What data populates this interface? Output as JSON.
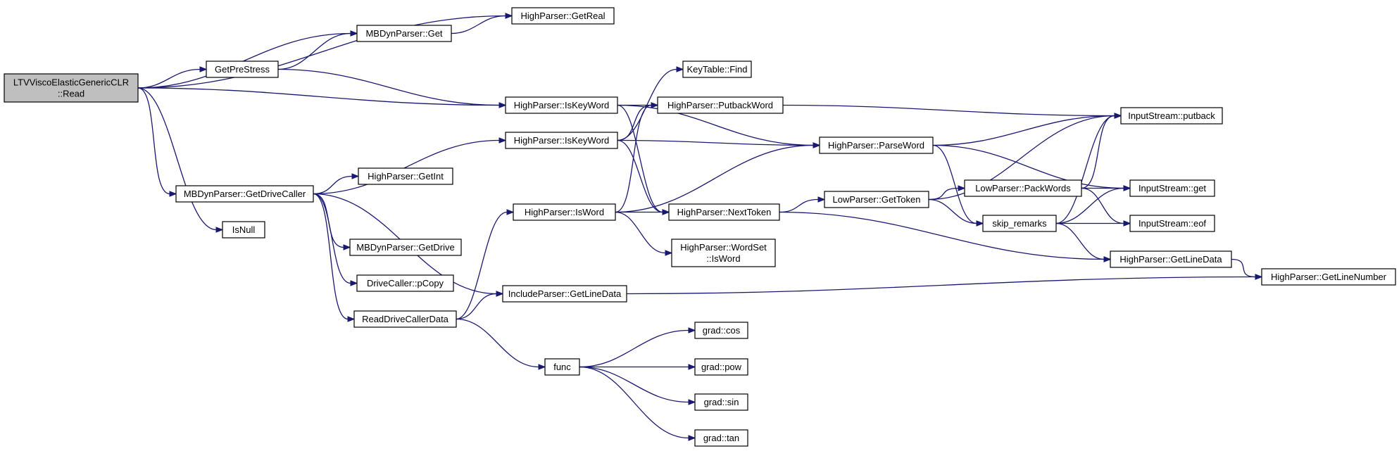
{
  "diagram": {
    "type": "call-graph",
    "colors": {
      "edge": "#191970",
      "root_fill": "#bfbfbf",
      "node_fill": "#ffffff",
      "node_border": "#000000"
    },
    "nodes": [
      {
        "id": "root",
        "lines": [
          "LTVViscoElasticGenericCLR",
          "::Read"
        ],
        "root": true
      },
      {
        "id": "getreal",
        "lines": [
          "HighParser::GetReal"
        ]
      },
      {
        "id": "mbget",
        "lines": [
          "MBDynParser::Get"
        ]
      },
      {
        "id": "getprestress",
        "lines": [
          "GetPreStress"
        ]
      },
      {
        "id": "iskeyword1",
        "lines": [
          "HighParser::IsKeyWord"
        ]
      },
      {
        "id": "iskeyword2",
        "lines": [
          "HighParser::IsKeyWord"
        ]
      },
      {
        "id": "keytablefind",
        "lines": [
          "KeyTable::Find"
        ]
      },
      {
        "id": "putbackword",
        "lines": [
          "HighParser::PutbackWord"
        ]
      },
      {
        "id": "parseword",
        "lines": [
          "HighParser::ParseWord"
        ]
      },
      {
        "id": "isputback",
        "lines": [
          "InputStream::putback"
        ]
      },
      {
        "id": "getdrivecaller",
        "lines": [
          "MBDynParser::GetDriveCaller"
        ]
      },
      {
        "id": "getint",
        "lines": [
          "HighParser::GetInt"
        ]
      },
      {
        "id": "isnull",
        "lines": [
          "IsNull"
        ]
      },
      {
        "id": "isword",
        "lines": [
          "HighParser::IsWord"
        ]
      },
      {
        "id": "nexttoken",
        "lines": [
          "HighParser::NextToken"
        ]
      },
      {
        "id": "lpgettoken",
        "lines": [
          "LowParser::GetToken"
        ]
      },
      {
        "id": "packwords",
        "lines": [
          "LowParser::PackWords"
        ]
      },
      {
        "id": "isget",
        "lines": [
          "InputStream::get"
        ]
      },
      {
        "id": "skipremarks",
        "lines": [
          "skip_remarks"
        ]
      },
      {
        "id": "iseof",
        "lines": [
          "InputStream::eof"
        ]
      },
      {
        "id": "getdrive",
        "lines": [
          "MBDynParser::GetDrive"
        ]
      },
      {
        "id": "wordset",
        "lines": [
          "HighParser::WordSet",
          "::IsWord"
        ]
      },
      {
        "id": "hpgetlinedata",
        "lines": [
          "HighParser::GetLineData"
        ]
      },
      {
        "id": "getlinenumber",
        "lines": [
          "HighParser::GetLineNumber"
        ]
      },
      {
        "id": "pcopy",
        "lines": [
          "DriveCaller::pCopy"
        ]
      },
      {
        "id": "ipgetlinedata",
        "lines": [
          "IncludeParser::GetLineData"
        ]
      },
      {
        "id": "readdrivecallerdata",
        "lines": [
          "ReadDriveCallerData"
        ]
      },
      {
        "id": "gradcos",
        "lines": [
          "grad::cos"
        ]
      },
      {
        "id": "func",
        "lines": [
          "func"
        ]
      },
      {
        "id": "gradpow",
        "lines": [
          "grad::pow"
        ]
      },
      {
        "id": "gradsin",
        "lines": [
          "grad::sin"
        ]
      },
      {
        "id": "gradtan",
        "lines": [
          "grad::tan"
        ]
      }
    ],
    "edges": [
      [
        "root",
        "getreal"
      ],
      [
        "root",
        "mbget"
      ],
      [
        "root",
        "getprestress"
      ],
      [
        "root",
        "iskeyword1"
      ],
      [
        "root",
        "getdrivecaller"
      ],
      [
        "root",
        "isnull"
      ],
      [
        "mbget",
        "getreal"
      ],
      [
        "getprestress",
        "mbget"
      ],
      [
        "getprestress",
        "iskeyword1"
      ],
      [
        "iskeyword1",
        "putbackword"
      ],
      [
        "iskeyword1",
        "nexttoken"
      ],
      [
        "iskeyword1",
        "parseword"
      ],
      [
        "iskeyword2",
        "keytablefind"
      ],
      [
        "iskeyword2",
        "putbackword"
      ],
      [
        "iskeyword2",
        "parseword"
      ],
      [
        "iskeyword2",
        "nexttoken"
      ],
      [
        "putbackword",
        "isputback"
      ],
      [
        "parseword",
        "isputback"
      ],
      [
        "parseword",
        "isget"
      ],
      [
        "parseword",
        "skipremarks"
      ],
      [
        "getdrivecaller",
        "iskeyword2"
      ],
      [
        "getdrivecaller",
        "getint"
      ],
      [
        "getdrivecaller",
        "getdrive"
      ],
      [
        "getdrivecaller",
        "pcopy"
      ],
      [
        "getdrivecaller",
        "ipgetlinedata"
      ],
      [
        "getdrivecaller",
        "readdrivecallerdata"
      ],
      [
        "isword",
        "putbackword"
      ],
      [
        "isword",
        "parseword"
      ],
      [
        "isword",
        "nexttoken"
      ],
      [
        "isword",
        "wordset"
      ],
      [
        "nexttoken",
        "lpgettoken"
      ],
      [
        "nexttoken",
        "hpgetlinedata"
      ],
      [
        "lpgettoken",
        "isputback"
      ],
      [
        "lpgettoken",
        "packwords"
      ],
      [
        "lpgettoken",
        "skipremarks"
      ],
      [
        "packwords",
        "isputback"
      ],
      [
        "packwords",
        "isget"
      ],
      [
        "packwords",
        "iseof"
      ],
      [
        "skipremarks",
        "isputback"
      ],
      [
        "skipremarks",
        "isget"
      ],
      [
        "skipremarks",
        "iseof"
      ],
      [
        "skipremarks",
        "hpgetlinedata"
      ],
      [
        "hpgetlinedata",
        "getlinenumber"
      ],
      [
        "ipgetlinedata",
        "getlinenumber"
      ],
      [
        "readdrivecallerdata",
        "isword"
      ],
      [
        "readdrivecallerdata",
        "ipgetlinedata"
      ],
      [
        "readdrivecallerdata",
        "func"
      ],
      [
        "func",
        "gradcos"
      ],
      [
        "func",
        "gradpow"
      ],
      [
        "func",
        "gradsin"
      ],
      [
        "func",
        "gradtan"
      ]
    ]
  }
}
